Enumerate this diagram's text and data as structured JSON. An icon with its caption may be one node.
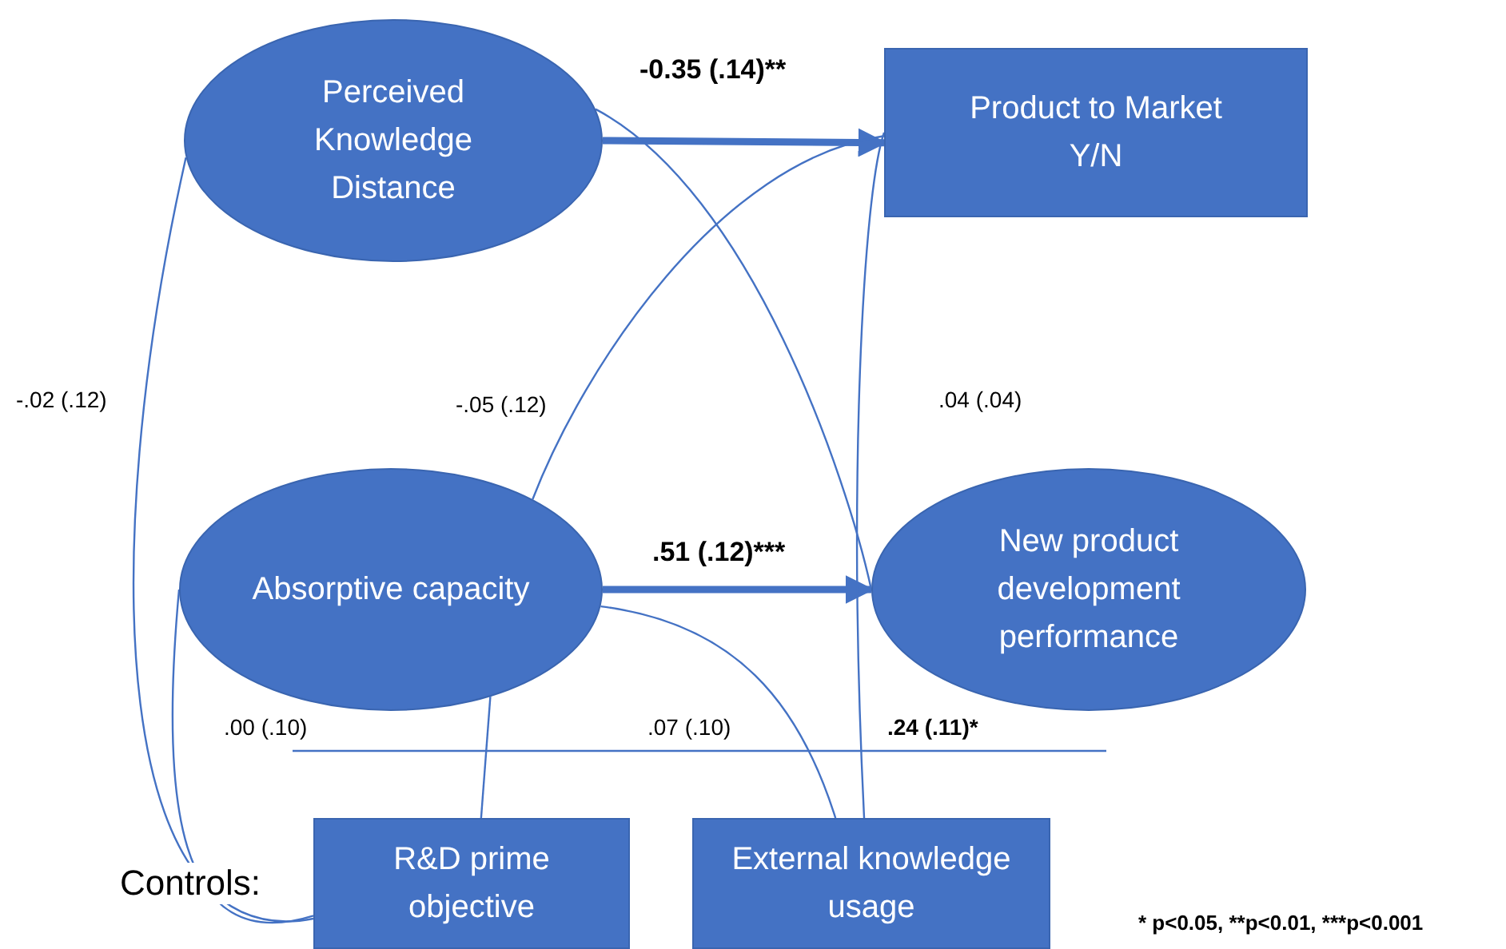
{
  "diagram": {
    "nodes": [
      {
        "text": [
          "Perceived Knowledge Distance"
        ]
      },
      {
        "text": [
          "Product to Market Y/N"
        ]
      },
      {
        "text": [
          "Absorptive capacity"
        ]
      },
      {
        "text": [
          "New product development performance"
        ]
      },
      {
        "text": [
          "R&D prime objective"
        ]
      },
      {
        "text": [
          "External knowledge usage"
        ]
      }
    ],
    "edges": [
      {
        "from": 0,
        "to": 1,
        "arrow": "to",
        "style": "thick",
        "label": "-0.35 (.14)**"
      },
      {
        "from": 2,
        "to": 3,
        "arrow": "to",
        "style": "thick",
        "label": ".51 (.12)***"
      },
      {
        "from": 0,
        "to": 3,
        "arrow": "none"
      },
      {
        "from": 2,
        "to": 1,
        "arrow": "none"
      },
      {
        "from": 2,
        "to": 5,
        "arrow": "none"
      },
      {
        "from": 2,
        "to": 4,
        "arrow": "none"
      },
      {
        "from": 0,
        "to": 4,
        "arrow": "none"
      },
      {
        "from": 2,
        "to": 4,
        "arrow": "none"
      },
      {
        "from": 5,
        "to": 1,
        "arrow": "none"
      }
    ],
    "labels": [
      "-.02 (.12)",
      "-.05 (.12)",
      ".04 (.04)",
      ".00 (.10)",
      ".07 (.10)",
      ".24 (.11)*",
      "Controls:",
      "* p<0.05, **p<0.01, ***p<0.001"
    ]
  }
}
